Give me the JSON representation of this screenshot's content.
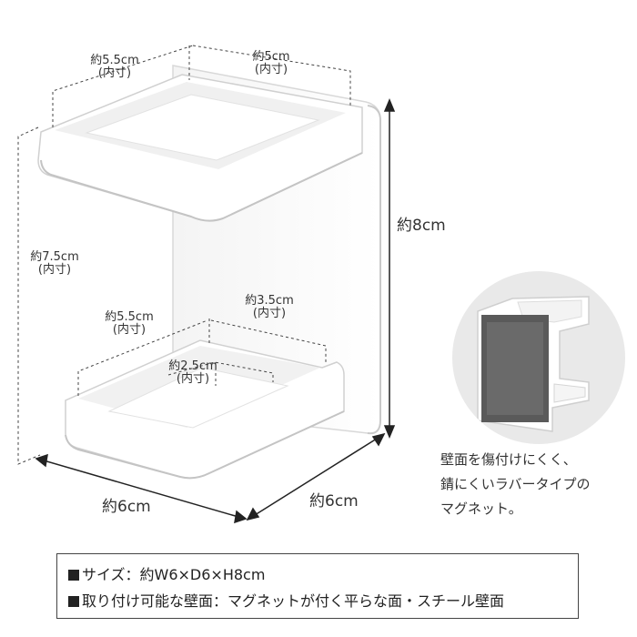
{
  "dimensions": {
    "top_width": {
      "value": "約5.5cm",
      "note": "(内寸)"
    },
    "top_depth": {
      "value": "約5cm",
      "note": "(内寸)"
    },
    "total_height_left": {
      "value": "約7.5cm",
      "note": "(内寸)"
    },
    "height": "約8cm",
    "bottom_width": {
      "value": "約5.5cm",
      "note": "(内寸)"
    },
    "bottom_depth": {
      "value": "約3.5cm",
      "note": "(内寸)"
    },
    "bottom_inner": {
      "value": "約2.5cm",
      "note": "(内寸)"
    },
    "width": "約6cm",
    "depth": "約6cm"
  },
  "inset_caption": [
    "壁面を傷付けにくく、",
    "錆にくいラバータイプの",
    "マグネット。"
  ],
  "specs": [
    "サイズ：約W6×D6×H8cm",
    "取り付け可能な壁面：マグネットが付く平らな面・スチール壁面"
  ],
  "colors": {
    "product": "#ffffff",
    "shadow": "#dcdcdc",
    "magnet": "#555555"
  }
}
